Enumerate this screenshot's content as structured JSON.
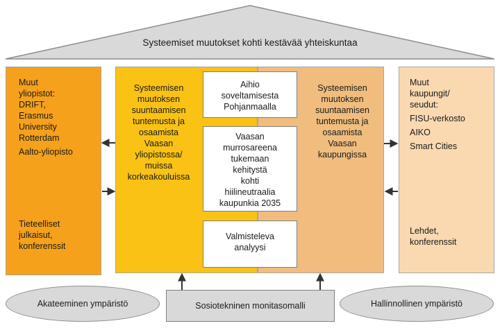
{
  "roof": {
    "label": "Systeemiset muutokset kohti kestävää yhteiskuntaa",
    "fill": "#d9d9d9"
  },
  "left_box": {
    "fill": "#f5a11b",
    "top_lines": [
      "Muut",
      "yliopistot:",
      "DRIFT,",
      "Erasmus",
      "University",
      "Rotterdam",
      "Aalto-yliopisto"
    ],
    "bottom_lines": [
      "Tieteelliset",
      "julkaisut,",
      "konferenssit"
    ]
  },
  "university_box": {
    "fill": "#f9c215",
    "lines": [
      "Systeemisen",
      "muutoksen",
      "suuntaamisen",
      "tuntemusta ja",
      "osaamista",
      "Vaasan",
      "yliopistossa/",
      "muissa",
      "korkeakouluissa"
    ]
  },
  "city_box": {
    "fill": "#f0bd7e",
    "lines": [
      "Systeemisen",
      "muutoksen",
      "suuntaamisen",
      "tuntemusta ja",
      "osaamista",
      "Vaasan",
      "kaupungissa"
    ]
  },
  "right_box": {
    "fill": "#fad9b0",
    "top_lines": [
      "Muut",
      "kaupungit/",
      "seudut:",
      "FISU-verkosto",
      "AIKO",
      "Smart Cities"
    ],
    "bottom_lines": [
      "Lehdet,",
      "konferenssit"
    ]
  },
  "center_boxes": {
    "top": [
      "Aihio",
      "soveltamisesta",
      "Pohjanmaalla"
    ],
    "middle": [
      "Vaasan",
      "murrosareena",
      "tukemaan",
      "kehitystä",
      "kohti",
      "hiilineutraalia",
      "kaupunkia 2035"
    ],
    "bottom": [
      "Valmisteleva",
      "analyysi"
    ]
  },
  "bottom": {
    "left_ellipse": "Akateeminen ympäristö",
    "center_rect": "Sosiotekninen monitasomalli",
    "right_ellipse": "Hallinnollinen ympäristö"
  }
}
